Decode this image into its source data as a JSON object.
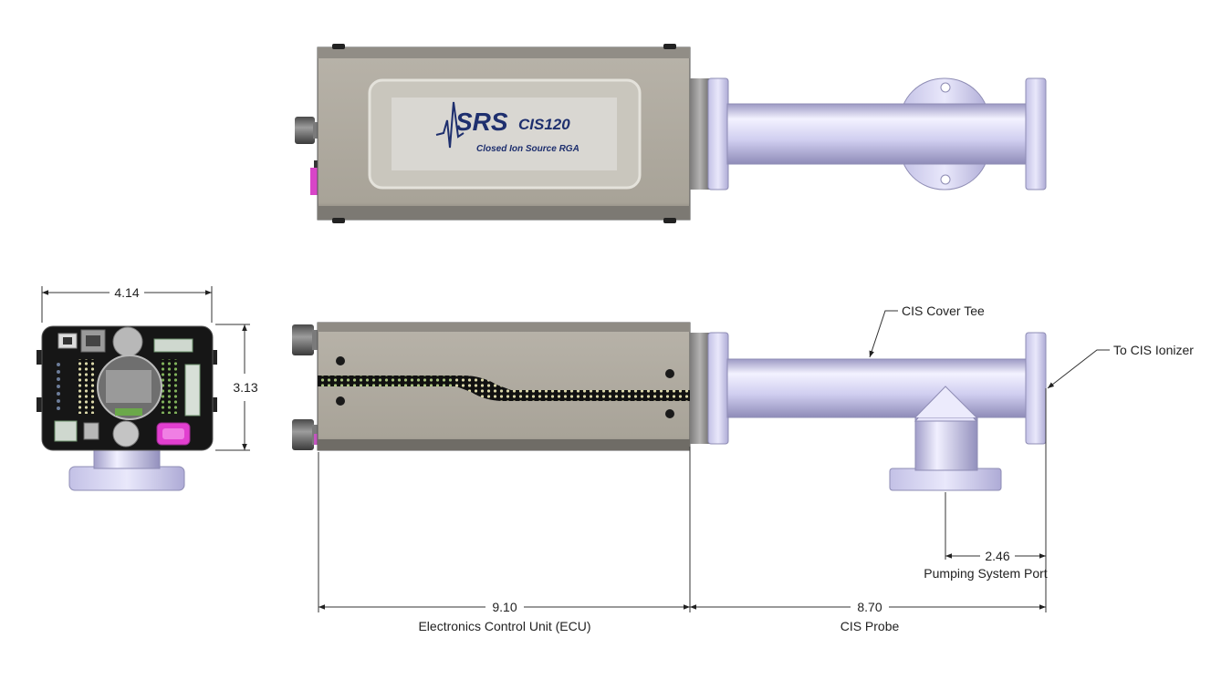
{
  "logo": {
    "brand": "SRS",
    "model": "CIS120",
    "tagline": "Closed Ion Source RGA"
  },
  "dimensions": {
    "width": "4.14",
    "height": "3.13",
    "ecu_length": "9.10",
    "probe_length": "8.70",
    "port_offset": "2.46"
  },
  "labels": {
    "ecu": "Electronics Control Unit (ECU)",
    "probe": "CIS Probe",
    "pumping_port": "Pumping System Port",
    "cover_tee": "CIS Cover Tee",
    "ionizer": "To CIS Ionizer"
  },
  "colors": {
    "housing": "#a9a49a",
    "tube": "#d2d0ee",
    "logo_blue": "#1e2f6e",
    "connector_magenta": "#e23fd0"
  }
}
